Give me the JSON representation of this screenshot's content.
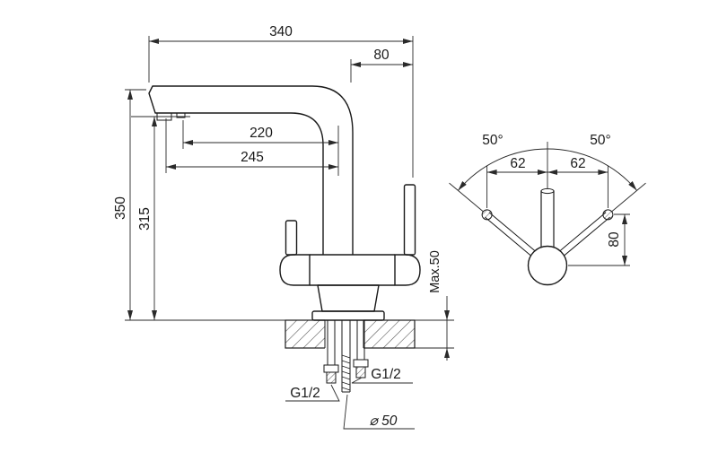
{
  "front": {
    "dim_340": "340",
    "dim_80": "80",
    "dim_220": "220",
    "dim_245": "245",
    "dim_350": "350",
    "dim_315": "315",
    "max_50": "Max.50",
    "thread_left": "G1/2",
    "thread_right": "G1/2",
    "diameter": "⌀ 50"
  },
  "top": {
    "angle_left": "50°",
    "angle_right": "50°",
    "offset_left": "62",
    "offset_right": "62",
    "height": "80"
  }
}
